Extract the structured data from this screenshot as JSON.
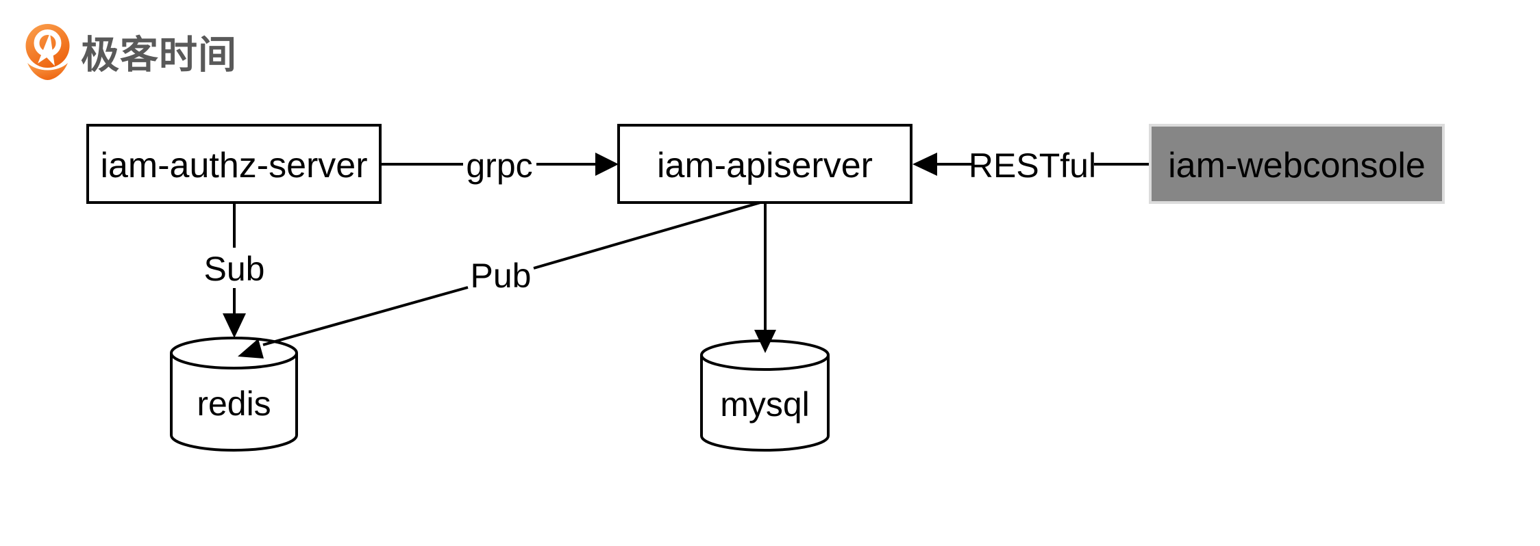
{
  "logo": {
    "brand_text": "极客时间",
    "icon": "geektime-pin-icon",
    "orange_top": "#FBA14F",
    "orange_bottom": "#EE6612",
    "text_color": "#595959"
  },
  "nodes": {
    "authz": {
      "label": "iam-authz-server",
      "shape": "box",
      "fill": "#FFFFFF",
      "stroke": "#000000",
      "text_color": "#000000"
    },
    "api": {
      "label": "iam-apiserver",
      "shape": "box",
      "fill": "#FFFFFF",
      "stroke": "#000000",
      "text_color": "#000000"
    },
    "webconsole": {
      "label": "iam-webconsole",
      "shape": "box",
      "fill": "#868686",
      "stroke": "#DCDCDC",
      "text_color": "#FFFFFF"
    },
    "redis": {
      "label": "redis",
      "shape": "cylinder",
      "fill": "#FFFFFF",
      "stroke": "#000000"
    },
    "mysql": {
      "label": "mysql",
      "shape": "cylinder",
      "fill": "#FFFFFF",
      "stroke": "#000000"
    }
  },
  "edges": {
    "grpc": {
      "label": "grpc",
      "from": "iam-authz-server",
      "to": "iam-apiserver",
      "arrow": "into iam-apiserver"
    },
    "restful": {
      "label": "RESTful",
      "from": "iam-webconsole",
      "to": "iam-apiserver",
      "arrow": "into iam-apiserver"
    },
    "sub": {
      "label": "Sub",
      "from": "iam-authz-server",
      "to": "redis",
      "arrow": "into redis"
    },
    "pub": {
      "label": "Pub",
      "from": "iam-apiserver",
      "to": "redis",
      "arrow": "into redis"
    },
    "api_to_mysql": {
      "label": "",
      "from": "iam-apiserver",
      "to": "mysql",
      "arrow": "into mysql"
    }
  }
}
